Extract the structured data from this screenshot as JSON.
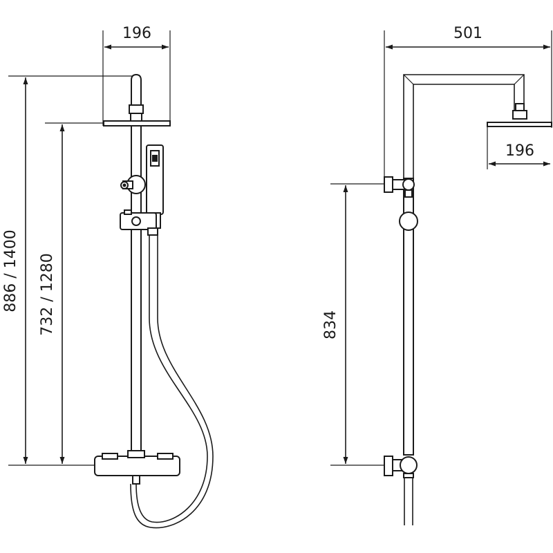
{
  "drawing": {
    "front_view": {
      "label_head_width": "196",
      "label_total_height": "886 / 1400",
      "label_head_height": "732 / 1280"
    },
    "side_view": {
      "label_arm_reach": "501",
      "label_head_width": "196",
      "label_bar_spacing": "834"
    }
  },
  "colors": {
    "line": "#1a1a1a",
    "background": "#ffffff"
  }
}
